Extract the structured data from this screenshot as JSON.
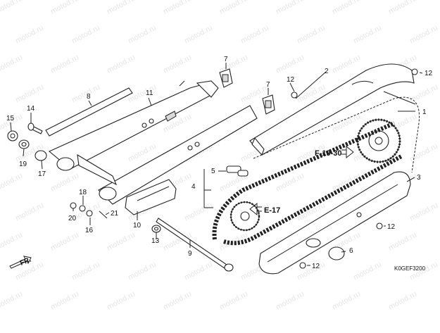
{
  "watermark": "motod.ru",
  "diagram_code": "K0GEF3200",
  "direction_label": "FR.",
  "references": {
    "ref_f1930": "F-19-30",
    "ref_e17": "E-17"
  },
  "callouts": {
    "c1": "1",
    "c2": "2",
    "c3": "3",
    "c4": "4",
    "c5": "5",
    "c6": "6",
    "c7a": "7",
    "c7b": "7",
    "c8": "8",
    "c9": "9",
    "c10": "10",
    "c11": "11",
    "c12a": "12",
    "c12b": "12",
    "c12c": "12",
    "c12d": "12",
    "c13": "13",
    "c14": "14",
    "c15": "15",
    "c16": "16",
    "c17": "17",
    "c18": "18",
    "c19": "19",
    "c20": "20",
    "c21": "21"
  },
  "colors": {
    "line": "#222222",
    "watermark": "#e6e6e6",
    "background": "#ffffff"
  }
}
